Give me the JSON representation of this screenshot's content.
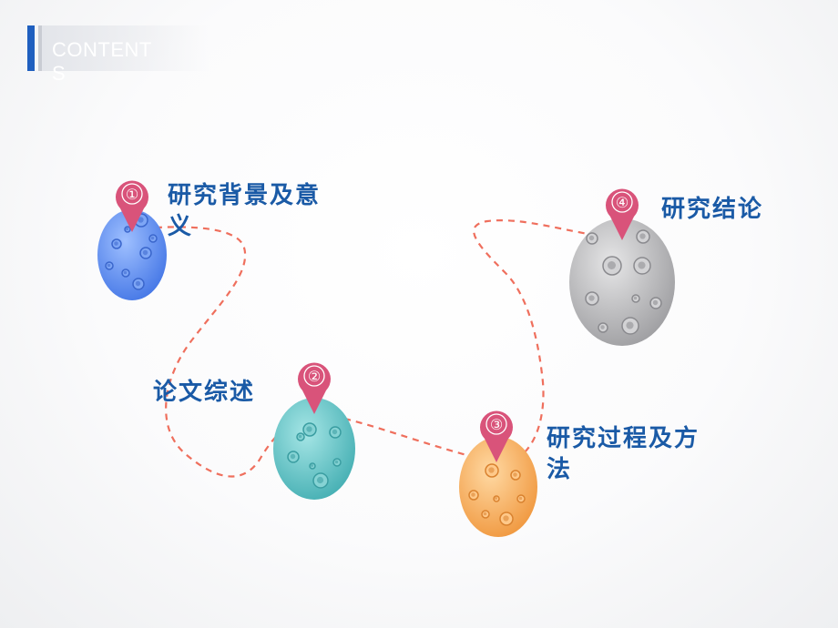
{
  "header": {
    "title": "CONTENTS"
  },
  "steps": [
    {
      "number": "①",
      "label": "研究背景及意义",
      "color": "#5b8def"
    },
    {
      "number": "②",
      "label": "论文综述",
      "color": "#5fc6c9"
    },
    {
      "number": "③",
      "label": "研究过程及方法",
      "color": "#f5aa5c"
    },
    {
      "number": "④",
      "label": "研究结论",
      "color": "#b5b5b7"
    }
  ],
  "colors": {
    "pin": "#d9537a",
    "path": "#ef6f5d",
    "label": "#1a5aa6",
    "accent": "#1f5fbf"
  }
}
